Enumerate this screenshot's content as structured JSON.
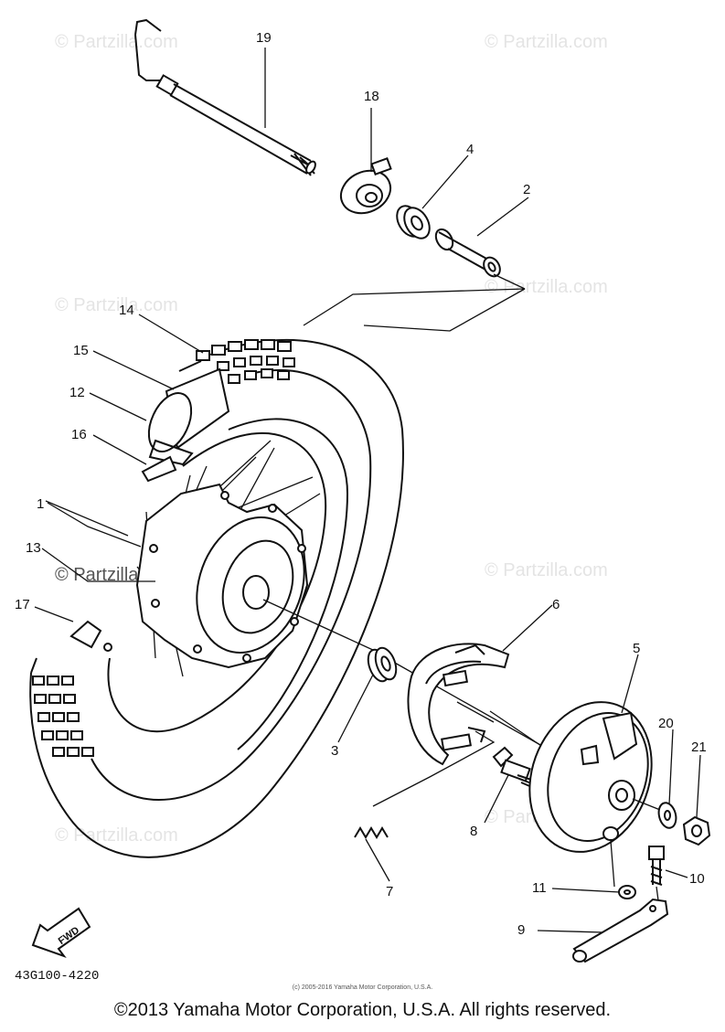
{
  "watermark": "© Partzilla.com",
  "part_code": "43G100-4220",
  "small_copyright": "(c) 2005-2016 Yamaha Motor Corporation, U.S.A.",
  "copyright": "©2013 Yamaha Motor Corporation, U.S.A. All rights reserved.",
  "fwd_label": "FWD",
  "callouts": {
    "c1": "1",
    "c2": "2",
    "c3": "3",
    "c4": "4",
    "c5": "5",
    "c6": "6",
    "c7": "7",
    "c8": "8",
    "c9": "9",
    "c10": "10",
    "c11": "11",
    "c12": "12",
    "c13": "13",
    "c14": "14",
    "c15": "15",
    "c16": "16",
    "c17": "17",
    "c18": "18",
    "c19": "19",
    "c20": "20",
    "c21": "21"
  }
}
